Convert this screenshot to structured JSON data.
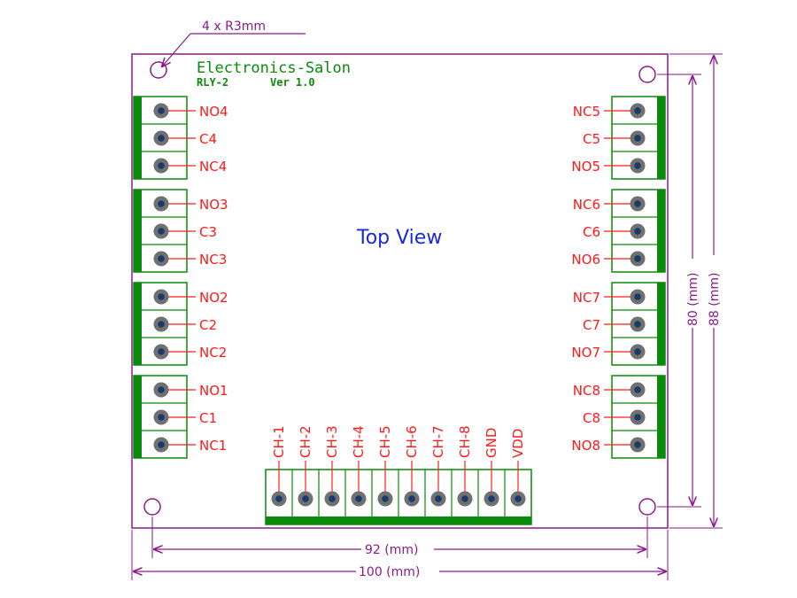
{
  "note": "4 x R3mm",
  "brand": {
    "name": "Electronics-Salon",
    "model": "RLY-2",
    "version": "Ver 1.0"
  },
  "center_label": "Top View",
  "left_blocks": [
    [
      "NO4",
      "C4",
      "NC4"
    ],
    [
      "NO3",
      "C3",
      "NC3"
    ],
    [
      "NO2",
      "C2",
      "NC2"
    ],
    [
      "NO1",
      "C1",
      "NC1"
    ]
  ],
  "right_blocks": [
    [
      "NC5",
      "C5",
      "NO5"
    ],
    [
      "NC6",
      "C6",
      "NO6"
    ],
    [
      "NC7",
      "C7",
      "NO7"
    ],
    [
      "NC8",
      "C8",
      "NO8"
    ]
  ],
  "bottom_terminals": [
    "CH-1",
    "CH-2",
    "CH-3",
    "CH-4",
    "CH-5",
    "CH-6",
    "CH-7",
    "CH-8",
    "GND",
    "VDD"
  ],
  "dimensions": {
    "inner_width": "92 (mm)",
    "outer_width": "100 (mm)",
    "inner_height": "80 (mm)",
    "outer_height": "88 (mm)"
  },
  "colors": {
    "board": "#8a1a8a",
    "terminal": "#0a8a0a",
    "label": "#ff1a1a",
    "pin": "#707070",
    "pin_center": "#1a3a6a",
    "dim": "#8a1a8a",
    "title": "#1a2ad8"
  }
}
